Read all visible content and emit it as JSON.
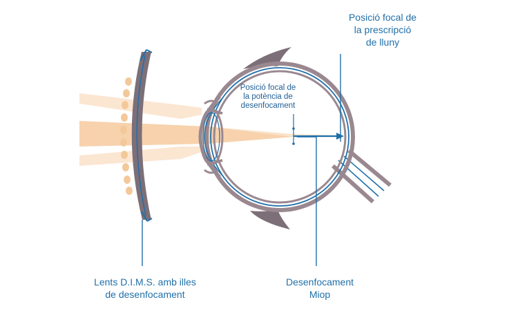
{
  "colors": {
    "accent": "#1f6fa8",
    "lens": "#7d6f78",
    "eye_outline": "#9a8890",
    "eye_inner": "#1f6fa8",
    "light_beam": "#f7d2ad",
    "light_beam_soft": "#fbe6d2",
    "lens_islets": "#f3c99a"
  },
  "labels": {
    "far_focal": {
      "lines": [
        "Posició focal de",
        "la prescripció",
        "de lluny"
      ]
    },
    "defocus_power_focal": {
      "lines": [
        "Posició focal de",
        "la potència de",
        "desenfocament"
      ]
    },
    "dims_lens": {
      "lines": [
        "Lents D.I.M.S. amb illes",
        "de desenfocament"
      ]
    },
    "myopic_defocus": {
      "lines": [
        "Desenfocament",
        "Miop"
      ]
    }
  }
}
